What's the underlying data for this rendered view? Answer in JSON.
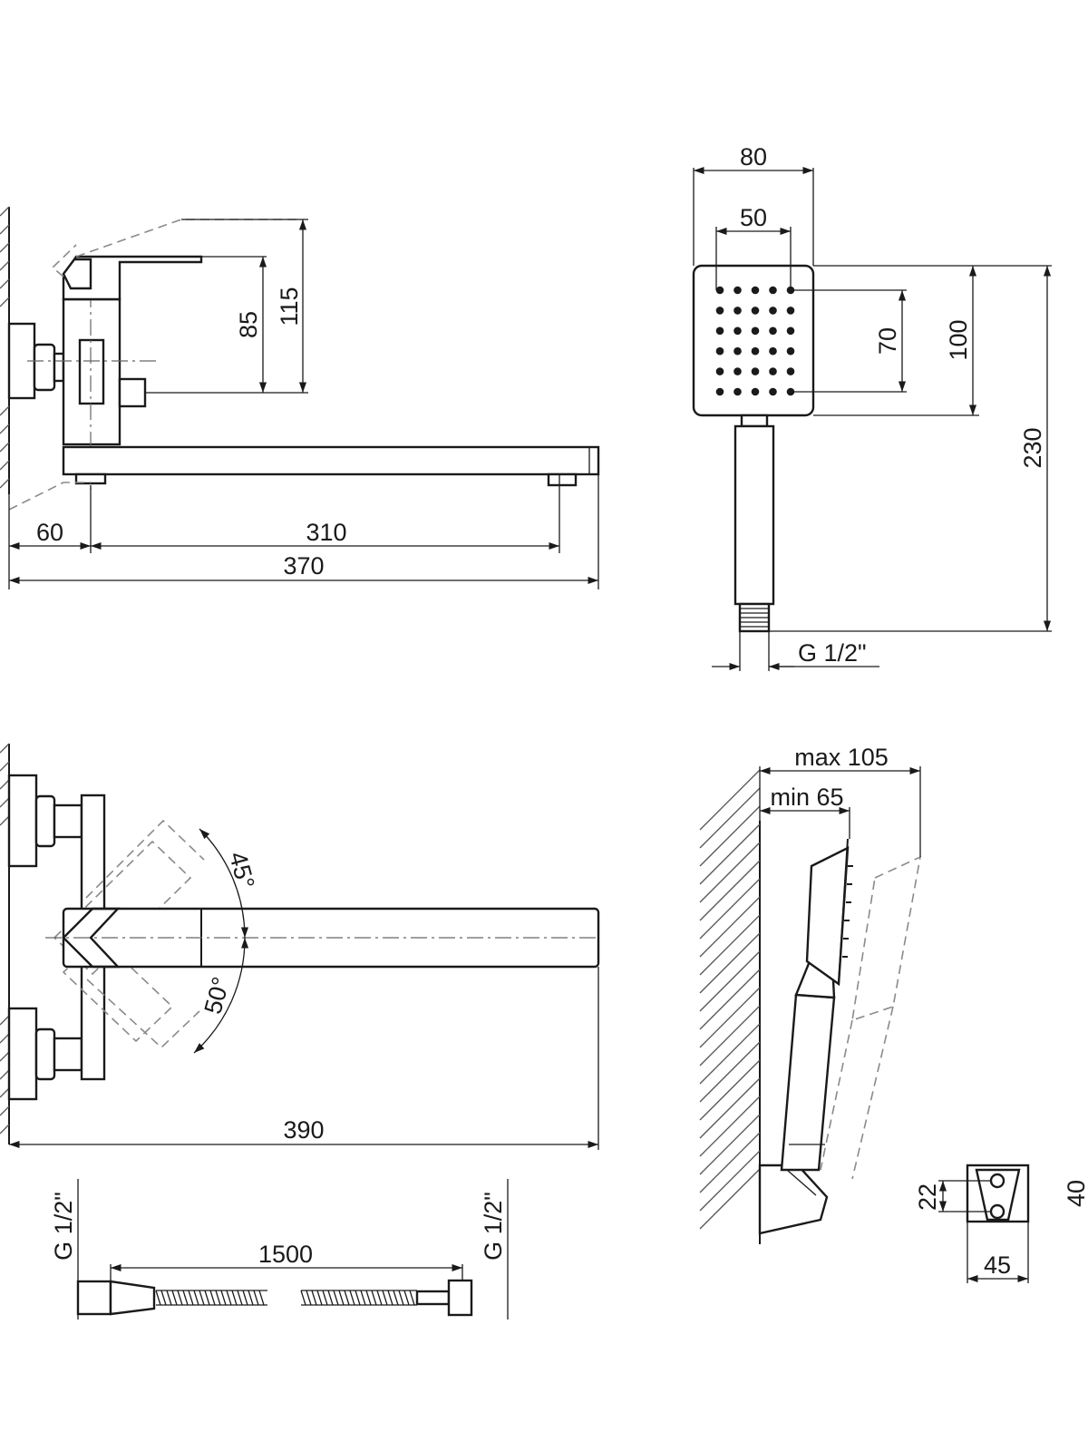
{
  "side_view": {
    "dim_height_85": "85",
    "dim_height_115": "115",
    "dim_wall_60": "60",
    "dim_spout_310": "310",
    "dim_total_370": "370"
  },
  "hand_shower_front": {
    "dim_width_80": "80",
    "dim_nozzle_50": "50",
    "dim_nozzle_70": "70",
    "dim_head_100": "100",
    "dim_total_230": "230",
    "thread_label": "G 1/2\""
  },
  "top_view": {
    "angle_45": "45°",
    "angle_50": "50°",
    "dim_total_390": "390"
  },
  "hose": {
    "thread_left": "G 1/2\"",
    "thread_right": "G 1/2\"",
    "dim_length_1500": "1500"
  },
  "holder": {
    "dim_max": "max 105",
    "dim_min": "min 65",
    "dim_22": "22",
    "dim_40": "40",
    "dim_45": "45"
  }
}
